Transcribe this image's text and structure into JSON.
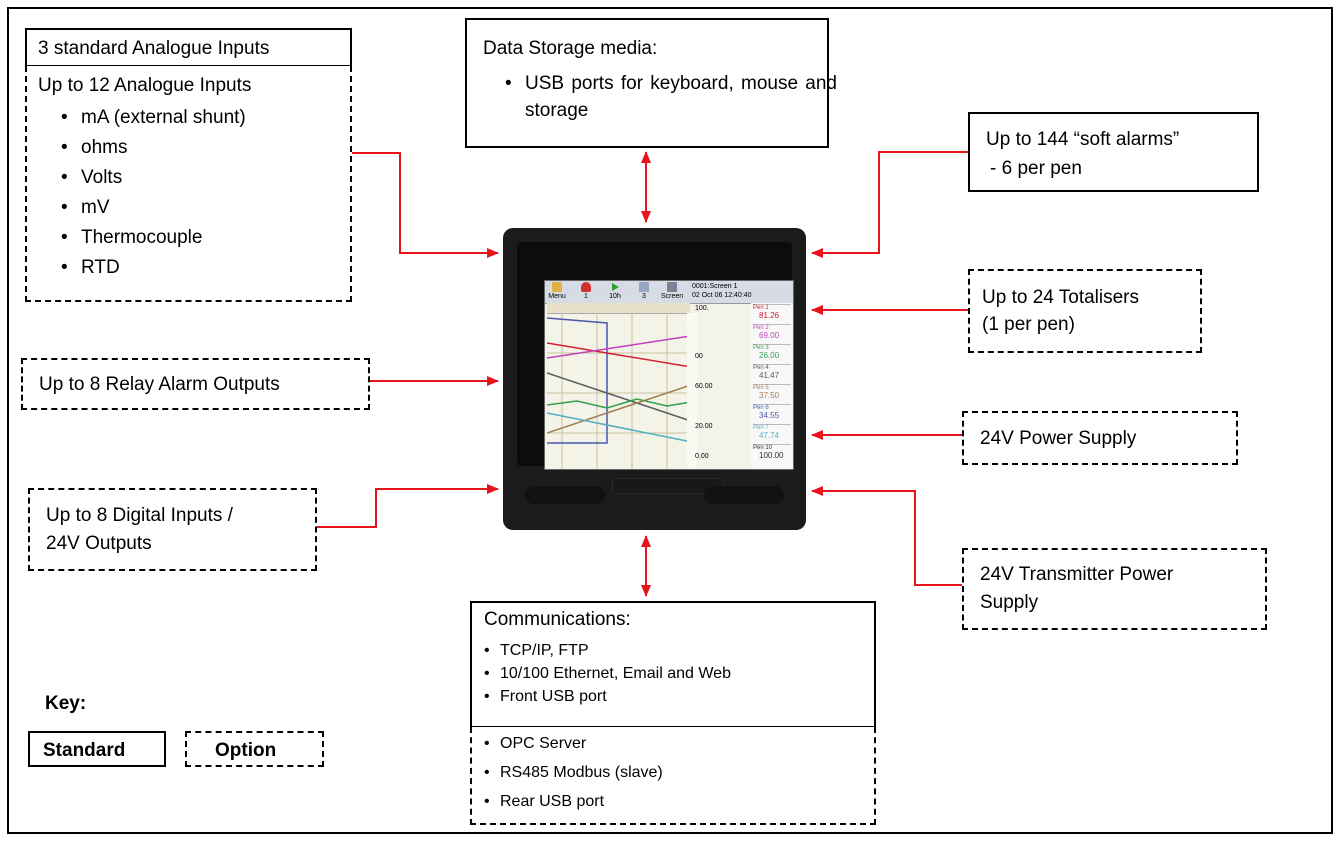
{
  "analogue": {
    "standard": "3 standard Analogue Inputs",
    "option_title": "Up to 12 Analogue Inputs",
    "items": [
      "mA (external shunt)",
      "ohms",
      "Volts",
      "mV",
      "Thermocouple",
      "RTD"
    ]
  },
  "storage": {
    "title": "Data Storage media:",
    "items": [
      "USB ports for keyboard, mouse and storage"
    ]
  },
  "soft_alarms": {
    "line1": "Up to 144 “soft alarms”",
    "line2": "- 6 per pen"
  },
  "totalisers": {
    "line1": "Up to 24 Totalisers",
    "line2": "(1 per pen)"
  },
  "relay": {
    "label": "Up to 8 Relay Alarm Outputs"
  },
  "power": {
    "label": "24V Power Supply"
  },
  "digital": {
    "line1": "Up to 8 Digital Inputs /",
    "line2": "24V Outputs"
  },
  "transmitter": {
    "line1": "24V Transmitter Power",
    "line2": "Supply"
  },
  "comms": {
    "title": "Communications:",
    "standard_items": [
      "TCP/IP, FTP",
      "10/100 Ethernet, Email and Web",
      "Front USB port"
    ],
    "option_items": [
      "OPC Server",
      "RS485 Modbus (slave)",
      "Rear USB port"
    ]
  },
  "key": {
    "title": "Key:",
    "standard": "Standard",
    "option": "Option"
  },
  "device_screen": {
    "toolbar": [
      "Menu",
      "1",
      "10h",
      "3",
      "Screen"
    ],
    "screen_id": "0001:Screen 1",
    "datetime": "02 Oct 06 12:40:40",
    "scale": [
      "100.",
      "60.00",
      "20.00",
      "0.00"
    ],
    "scale_mid": "00",
    "pens": [
      {
        "name": "Pen 1",
        "value": "81.26"
      },
      {
        "name": "Pen 2",
        "value": "69.00"
      },
      {
        "name": "Pen 3",
        "value": "26.00"
      },
      {
        "name": "Pen 4",
        "value": "41.47"
      },
      {
        "name": "Pen 5",
        "value": "37.50"
      },
      {
        "name": "Pen 6",
        "value": "34.55"
      },
      {
        "name": "Pen 7",
        "value": "47.74"
      },
      {
        "name": "Pen 10",
        "value": "100.00"
      }
    ],
    "colors": {
      "accent_red": "#e8141b",
      "screen_bg": "#f3f3e8"
    }
  }
}
